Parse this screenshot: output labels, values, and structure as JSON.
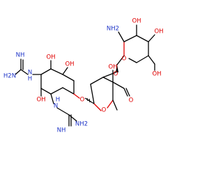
{
  "structure": {
    "colors": {
      "bond": "#000000",
      "nitrogen": "#1f35c8",
      "oxygen": "#e00000",
      "background": "#ffffff"
    },
    "atom_labels": {
      "nh2_glucosamine": "NH2",
      "oh_glucosamine_3": "OH",
      "oh_glucosamine_4": "OH",
      "ch2oh": "OH",
      "ring_o_glucosamine": "O",
      "glycosidic_o_top": "O",
      "oh_streptose": "OH",
      "cho_o": "O",
      "ring_o_streptose": "O",
      "glycosidic_o_mid": "O",
      "nh_guan_left": "NH",
      "h2n_guan_left": "H2N",
      "n_guan_left": "N",
      "oh_inos_topleft": "OH",
      "oh_inos_topright": "OH",
      "oh_inos_bottom": "OH",
      "n_guan_bottom": "N",
      "nh_guan_bottom": "NH",
      "nh2_guan_bottom": "NH2",
      "h_guan_left": "H",
      "h_guan_bottom": "H"
    }
  }
}
